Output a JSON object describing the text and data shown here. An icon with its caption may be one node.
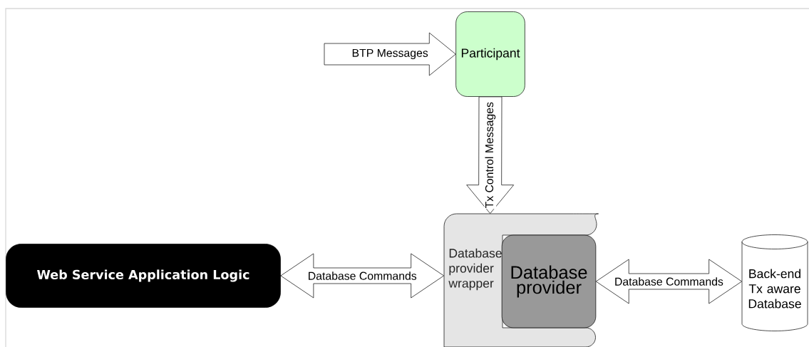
{
  "diagram": {
    "nodes": [
      {
        "text": [
          "Participant"
        ]
      },
      {
        "text": [
          "Web Service Application Logic"
        ]
      },
      {
        "text": [
          "Database provider wrapper"
        ]
      },
      {
        "text": [
          "Database provider"
        ],
        "in": 2
      },
      {
        "text": [
          "Back-end Tx aware Database"
        ]
      }
    ],
    "edges": [
      {
        "from": null,
        "to": 0,
        "arrow": "to",
        "label": "BTP Messages"
      },
      {
        "from": 0,
        "to": 2,
        "arrow": "to",
        "label": "Tx Control Messages"
      },
      {
        "from": 1,
        "to": 2,
        "arrow": "both",
        "label": "Database Commands"
      },
      {
        "from": 3,
        "to": 4,
        "arrow": "both",
        "label": "Database Commands"
      }
    ]
  }
}
